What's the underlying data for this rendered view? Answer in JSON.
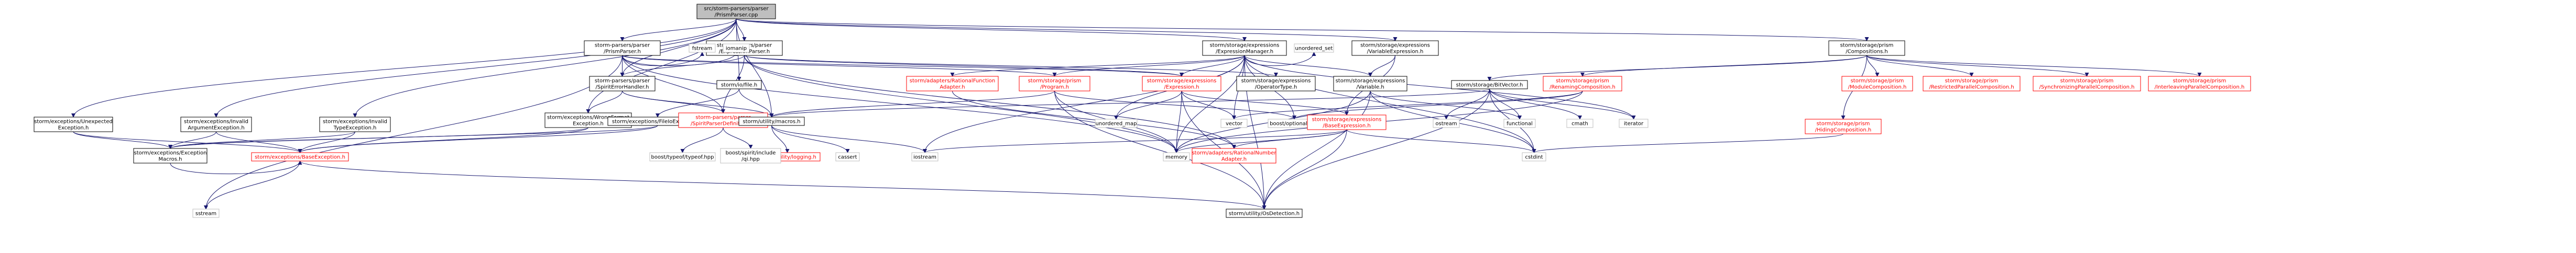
{
  "colors": {
    "edge": "#191970",
    "node_border": "#000000",
    "root_border": "#000000",
    "root_fill": "#bfbfbf",
    "red_node_border": "#ff0000",
    "missing_border": "#bfbfbf",
    "node_fill": "#ffffff",
    "text": "#000000",
    "red_text": "#ff0000"
  },
  "nodes": [
    {
      "id": "root",
      "lines": [
        "src/storm-parsers/parser",
        "/PrismParser.cpp"
      ],
      "style": "root"
    },
    {
      "id": "pp_h",
      "lines": [
        "storm-parsers/parser",
        "/PrismParser.h"
      ],
      "style": "normal"
    },
    {
      "id": "ep_h",
      "lines": [
        "storm-parsers/parser",
        "/ExpressionParser.h"
      ],
      "style": "normal"
    },
    {
      "id": "em_h",
      "lines": [
        "storm/storage/expressions",
        "/ExpressionManager.h"
      ],
      "style": "normal"
    },
    {
      "id": "ve_h",
      "lines": [
        "storm/storage/expressions",
        "/VariableExpression.h"
      ],
      "style": "normal"
    },
    {
      "id": "comp_h",
      "lines": [
        "storm/storage/prism",
        "/Compositions.h"
      ],
      "style": "normal"
    },
    {
      "id": "fstream",
      "lines": [
        "fstream"
      ],
      "style": "missing"
    },
    {
      "id": "iomanip",
      "lines": [
        "iomanip"
      ],
      "style": "missing"
    },
    {
      "id": "unordered_set",
      "lines": [
        "unordered_set"
      ],
      "style": "missing"
    },
    {
      "id": "ratfun_h",
      "lines": [
        "storm/adapters/RationalFunction",
        "Adapter.h"
      ],
      "style": "red"
    },
    {
      "id": "prog_h",
      "lines": [
        "storm/storage/prism",
        "/Program.h"
      ],
      "style": "red"
    },
    {
      "id": "expr_h",
      "lines": [
        "storm/storage/expressions",
        "/Expression.h"
      ],
      "style": "red"
    },
    {
      "id": "optype_h",
      "lines": [
        "storm/storage/expressions",
        "/OperatorType.h"
      ],
      "style": "normal"
    },
    {
      "id": "var_h",
      "lines": [
        "storm/storage/expressions",
        "/Variable.h"
      ],
      "style": "normal"
    },
    {
      "id": "bitvec_h",
      "lines": [
        "storm/storage/BitVector.h"
      ],
      "style": "normal"
    },
    {
      "id": "renamcomp_h",
      "lines": [
        "storm/storage/prism",
        "/RenamingComposition.h"
      ],
      "style": "red"
    },
    {
      "id": "modcomp_h",
      "lines": [
        "storm/storage/prism",
        "/ModuleComposition.h"
      ],
      "style": "red"
    },
    {
      "id": "restrcomp_h",
      "lines": [
        "storm/storage/prism",
        "/RestrictedParallelComposition.h"
      ],
      "style": "red"
    },
    {
      "id": "synccomp_h",
      "lines": [
        "storm/storage/prism",
        "/SynchronizingParallelComposition.h"
      ],
      "style": "red"
    },
    {
      "id": "intercomp_h",
      "lines": [
        "storm/storage/prism",
        "/InterleavingParallelComposition.h"
      ],
      "style": "red"
    },
    {
      "id": "hidcomp_h",
      "lines": [
        "storm/storage/prism",
        "/HidingComposition.h"
      ],
      "style": "red"
    },
    {
      "id": "toFile_h",
      "lines": [
        "storm/io/file.h"
      ],
      "style": "normal"
    },
    {
      "id": "see_h",
      "lines": [
        "storm-parsers/parser",
        "/SpiritErrorHandler.h"
      ],
      "style": "normal"
    },
    {
      "id": "wfe_h",
      "lines": [
        "storm/exceptions/WrongFormat",
        "Exception.h"
      ],
      "style": "normal"
    },
    {
      "id": "fioe_h",
      "lines": [
        "storm/exceptions/FileIoException.h"
      ],
      "style": "normal"
    },
    {
      "id": "spd_h",
      "lines": [
        "storm-parsers/parser",
        "/SpiritParserDefinitions.h"
      ],
      "style": "red"
    },
    {
      "id": "macros_h",
      "lines": [
        "storm/utility/macros.h"
      ],
      "style": "normal"
    },
    {
      "id": "unexp_h",
      "lines": [
        "storm/exceptions/Unexpected",
        "Exception.h"
      ],
      "style": "normal"
    },
    {
      "id": "invarg_h",
      "lines": [
        "storm/exceptions/Invalid",
        "ArgumentException.h"
      ],
      "style": "normal"
    },
    {
      "id": "invtype_h",
      "lines": [
        "storm/exceptions/Invalid",
        "TypeException.h"
      ],
      "style": "normal"
    },
    {
      "id": "unordered_map",
      "lines": [
        "unordered_map"
      ],
      "style": "missing"
    },
    {
      "id": "vector",
      "lines": [
        "vector"
      ],
      "style": "missing"
    },
    {
      "id": "boost_optional",
      "lines": [
        "boost/optional.hpp"
      ],
      "style": "missing"
    },
    {
      "id": "baseexpr_h",
      "lines": [
        "storm/storage/expressions",
        "/BaseExpression.h"
      ],
      "style": "red"
    },
    {
      "id": "ostream",
      "lines": [
        "ostream"
      ],
      "style": "missing"
    },
    {
      "id": "functional",
      "lines": [
        "functional"
      ],
      "style": "missing"
    },
    {
      "id": "cmath",
      "lines": [
        "cmath"
      ],
      "style": "missing"
    },
    {
      "id": "iterator",
      "lines": [
        "iterator"
      ],
      "style": "missing"
    },
    {
      "id": "excmacros_h",
      "lines": [
        "storm/exceptions/Exception",
        "Macros.h"
      ],
      "style": "normal"
    },
    {
      "id": "baseexc_h",
      "lines": [
        "storm/exceptions/BaseException.h"
      ],
      "style": "red"
    },
    {
      "id": "logging_h",
      "lines": [
        "storm/utility/logging.h"
      ],
      "style": "red"
    },
    {
      "id": "cassert",
      "lines": [
        "cassert"
      ],
      "style": "missing"
    },
    {
      "id": "iostream",
      "lines": [
        "iostream"
      ],
      "style": "missing"
    },
    {
      "id": "typeof",
      "lines": [
        "boost/typeof/typeof.hpp"
      ],
      "style": "missing"
    },
    {
      "id": "spirit",
      "lines": [
        "boost/spirit/include",
        "/qi.hpp"
      ],
      "style": "missing"
    },
    {
      "id": "ratnum_h",
      "lines": [
        "storm/adapters/RationalNumber",
        "Adapter.h"
      ],
      "style": "red"
    },
    {
      "id": "memory",
      "lines": [
        "memory"
      ],
      "style": "missing"
    },
    {
      "id": "cstdint",
      "lines": [
        "cstdint"
      ],
      "style": "missing"
    },
    {
      "id": "sstream",
      "lines": [
        "sstream"
      ],
      "style": "missing"
    },
    {
      "id": "ondet_h",
      "lines": [
        "storm/utility/OsDetection.h"
      ],
      "style": "normal"
    }
  ],
  "edges": [
    [
      "root",
      "pp_h"
    ],
    [
      "root",
      "ep_h"
    ],
    [
      "root",
      "em_h"
    ],
    [
      "root",
      "ve_h"
    ],
    [
      "root",
      "comp_h"
    ],
    [
      "root",
      "see_h"
    ],
    [
      "root",
      "wfe_h"
    ],
    [
      "root",
      "toFile_h"
    ],
    [
      "root",
      "unexp_h"
    ],
    [
      "root",
      "invarg_h"
    ],
    [
      "root",
      "invtype_h"
    ],
    [
      "root",
      "macros_h"
    ],
    [
      "pp_h",
      "fstream"
    ],
    [
      "pp_h",
      "iomanip"
    ],
    [
      "pp_h",
      "see_h"
    ],
    [
      "pp_h",
      "spd_h"
    ],
    [
      "pp_h",
      "prog_h"
    ],
    [
      "pp_h",
      "expr_h"
    ],
    [
      "pp_h",
      "sstream"
    ],
    [
      "pp_h",
      "memory"
    ],
    [
      "ep_h",
      "see_h"
    ],
    [
      "ep_h",
      "spd_h"
    ],
    [
      "ep_h",
      "expr_h"
    ],
    [
      "ep_h",
      "ratnum_h"
    ],
    [
      "ep_h",
      "optype_h"
    ],
    [
      "ep_h",
      "memory"
    ],
    [
      "em_h",
      "unordered_set"
    ],
    [
      "em_h",
      "ratfun_h"
    ],
    [
      "em_h",
      "prog_h"
    ],
    [
      "em_h",
      "expr_h"
    ],
    [
      "em_h",
      "var_h"
    ],
    [
      "em_h",
      "vector"
    ],
    [
      "em_h",
      "unordered_map"
    ],
    [
      "em_h",
      "boost_optional"
    ],
    [
      "em_h",
      "iterator"
    ],
    [
      "em_h",
      "cstdint"
    ],
    [
      "em_h",
      "memory"
    ],
    [
      "em_h",
      "iostream"
    ],
    [
      "em_h",
      "ondet_h"
    ],
    [
      "ve_h",
      "var_h"
    ],
    [
      "ve_h",
      "baseexpr_h"
    ],
    [
      "comp_h",
      "modcomp_h"
    ],
    [
      "comp_h",
      "restrcomp_h"
    ],
    [
      "comp_h",
      "synccomp_h"
    ],
    [
      "comp_h",
      "intercomp_h"
    ],
    [
      "comp_h",
      "renamcomp_h"
    ],
    [
      "comp_h",
      "hidcomp_h"
    ],
    [
      "comp_h",
      "bitvec_h"
    ],
    [
      "ratfun_h",
      "ratnum_h"
    ],
    [
      "prog_h",
      "macros_h"
    ],
    [
      "prog_h",
      "memory"
    ],
    [
      "prog_h",
      "boost_optional"
    ],
    [
      "prog_h",
      "ondet_h"
    ],
    [
      "expr_h",
      "baseexpr_h"
    ],
    [
      "expr_h",
      "unordered_map"
    ],
    [
      "expr_h",
      "vector"
    ],
    [
      "expr_h",
      "memory"
    ],
    [
      "expr_h",
      "ondet_h"
    ],
    [
      "var_h",
      "memory"
    ],
    [
      "var_h",
      "cstdint"
    ],
    [
      "var_h",
      "functional"
    ],
    [
      "var_h",
      "ondet_h"
    ],
    [
      "bitvec_h",
      "ostream"
    ],
    [
      "bitvec_h",
      "functional"
    ],
    [
      "bitvec_h",
      "cmath"
    ],
    [
      "bitvec_h",
      "iterator"
    ],
    [
      "bitvec_h",
      "cstdint"
    ],
    [
      "bitvec_h",
      "ondet_h"
    ],
    [
      "bitvec_h",
      "macros_h"
    ],
    [
      "renamcomp_h",
      "vector"
    ],
    [
      "renamcomp_h",
      "boost_optional"
    ],
    [
      "renamcomp_h",
      "memory"
    ],
    [
      "hidcomp_h",
      "cstdint"
    ],
    [
      "toFile_h",
      "macros_h"
    ],
    [
      "toFile_h",
      "fioe_h"
    ],
    [
      "see_h",
      "spd_h"
    ],
    [
      "see_h",
      "macros_h"
    ],
    [
      "see_h",
      "wfe_h"
    ],
    [
      "wfe_h",
      "excmacros_h"
    ],
    [
      "wfe_h",
      "baseexc_h"
    ],
    [
      "fioe_h",
      "excmacros_h"
    ],
    [
      "fioe_h",
      "baseexc_h"
    ],
    [
      "spd_h",
      "typeof"
    ],
    [
      "spd_h",
      "spirit"
    ],
    [
      "macros_h",
      "logging_h"
    ],
    [
      "macros_h",
      "cassert"
    ],
    [
      "macros_h",
      "iostream"
    ],
    [
      "unexp_h",
      "excmacros_h"
    ],
    [
      "unexp_h",
      "baseexc_h"
    ],
    [
      "invarg_h",
      "excmacros_h"
    ],
    [
      "invarg_h",
      "baseexc_h"
    ],
    [
      "invtype_h",
      "excmacros_h"
    ],
    [
      "invtype_h",
      "baseexc_h"
    ],
    [
      "baseexpr_h",
      "memory"
    ],
    [
      "baseexpr_h",
      "cstdint"
    ],
    [
      "baseexpr_h",
      "ratnum_h"
    ],
    [
      "baseexpr_h",
      "iostream"
    ],
    [
      "baseexpr_h",
      "ondet_h"
    ],
    [
      "excmacros_h",
      "baseexc_h"
    ],
    [
      "baseexc_h",
      "sstream"
    ],
    [
      "baseexc_h",
      "ondet_h"
    ]
  ]
}
